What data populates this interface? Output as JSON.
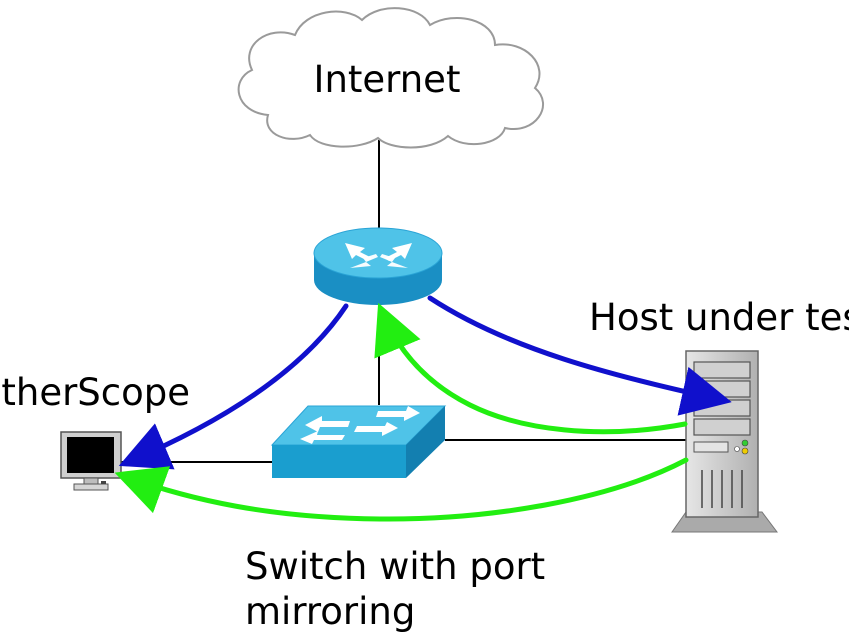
{
  "labels": {
    "internet": "Internet",
    "host": "Host under test",
    "etherscope": "EtherScope",
    "switch_line1": "Switch with port",
    "switch_line2": "mirroring"
  },
  "colors": {
    "traffic_direct": "#1010cc",
    "traffic_mirrored": "#22ee11",
    "device_blue": "#1a9ecf",
    "device_top": "#4fc3e8",
    "server_gray": "#c8c8c8",
    "link": "#000000"
  },
  "icons": {
    "cloud": "cloud-icon",
    "router": "router-icon",
    "switch": "switch-icon",
    "server": "server-icon",
    "monitor": "monitor-icon"
  }
}
